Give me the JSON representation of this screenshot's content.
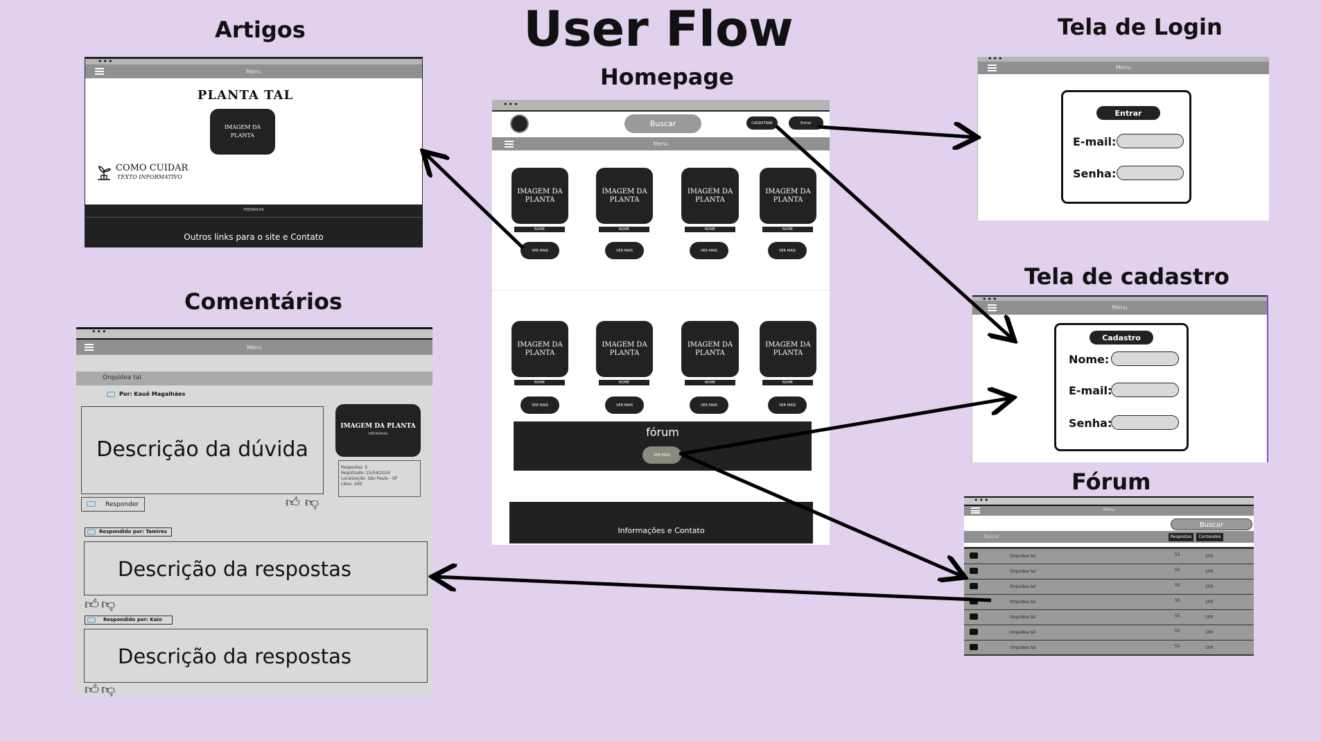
{
  "title": "User Flow",
  "sections": {
    "artigos": "Artigos",
    "homepage": "Homepage",
    "login": "Tela de Login",
    "cadastro": "Tela de cadastro",
    "comentarios": "Comentários",
    "forum": "Fórum"
  },
  "common": {
    "dots": "•••",
    "menu": "Menu"
  },
  "artigos": {
    "plant_title": "PLANTA TAL",
    "image": "IMAGEM DA PLANTA",
    "care_title": "COMO CUIDAR",
    "care_text": "TEXTO INFORMATIVO",
    "small_footer": "FEEDBACKS",
    "footer": "Outros links para o site e Contato"
  },
  "homepage": {
    "search": "Buscar",
    "register": "CADASTRAR",
    "login": "Entrar",
    "card_image": "IMAGEM DA PLANTA",
    "card_name": "NOME",
    "see_more": "VER MAIS",
    "forum_title": "fórum",
    "forum_button": "VER MAIS",
    "footer": "Informações e Contato"
  },
  "login": {
    "button": "Entrar",
    "email_label": "E-mail:",
    "password_label": "Senha:"
  },
  "cadastro": {
    "button": "Cadastro",
    "name_label": "Nome:",
    "email_label": "E-mail:",
    "password_label": "Senha:"
  },
  "comentarios": {
    "topic": "Orquídea tal",
    "author": "Por: Kauê Magalhães",
    "question": "Descrição da dúvida",
    "image": "IMAGEM DA PLANTA",
    "image_sub": "OPCIONAL",
    "info": [
      "Respostas: 5",
      "Registrado: 15/04/2024",
      "Localização: São Paulo - SP",
      "Likes: 200"
    ],
    "reply_button": "Responder",
    "answers": [
      {
        "author": "Respondido por: Tamires",
        "text": "Descrição da respostas"
      },
      {
        "author": "Respondido por: Kaio",
        "text": "Descrição da respostas"
      }
    ]
  },
  "forum": {
    "search": "Buscar",
    "header_topics": "Tópicos",
    "header_replies": "Respostas",
    "header_content": "Conteúdos",
    "rows": [
      {
        "topic": "Orquídea tal",
        "replies": "55",
        "content": "100"
      },
      {
        "topic": "Orquídea tal",
        "replies": "55",
        "content": "100"
      },
      {
        "topic": "Orquídea tal",
        "replies": "55",
        "content": "100"
      },
      {
        "topic": "Orquídea tal",
        "replies": "55",
        "content": "100"
      },
      {
        "topic": "Orquídea tal",
        "replies": "55",
        "content": "100"
      },
      {
        "topic": "Orquídea tal",
        "replies": "55",
        "content": "100"
      },
      {
        "topic": "Orquídea tal",
        "replies": "55",
        "content": "100"
      }
    ]
  },
  "colors": {
    "background": "#e1d1ee",
    "dark": "#202122",
    "frame_bar": "#8f9092",
    "panel": "#d9d9d9"
  }
}
